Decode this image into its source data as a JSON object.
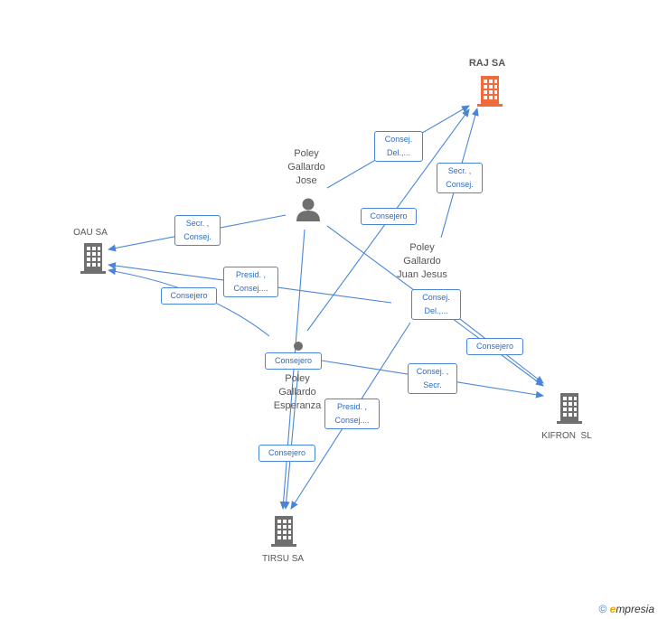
{
  "nodes": {
    "raj": {
      "name": "RAJ SA",
      "color": "#f06a3c"
    },
    "oau": {
      "name": "OAU SA",
      "color": "#6f6f6f"
    },
    "kifron": {
      "name": "KIFRON  SL",
      "color": "#6f6f6f"
    },
    "tirsu": {
      "name": "TIRSU SA",
      "color": "#6f6f6f"
    },
    "jose": {
      "name": "Poley\nGallardo\nJose"
    },
    "juan": {
      "name": "Poley\nGallardo\nJuan Jesus"
    },
    "esperanza": {
      "name": "Poley\nGallardo\nEsperanza"
    }
  },
  "relations": {
    "jose_raj": "Consej.\nDel.,...",
    "juan_raj": "Secr. ,\nConsej.",
    "jose_oau": "Secr. ,\nConsej.",
    "esp_raj": "Consejero",
    "juan_oau": "Presid. ,\nConsej....",
    "esp_oau": "Consejero",
    "juan_kifron": "Consej.\nDel.,...",
    "jose_kifron": "Consejero",
    "esp_tirsu_top": "Consejero",
    "esp_kifron": "Consej. ,\nSecr.",
    "juan_tirsu": "Presid. ,\nConsej....",
    "jose_tirsu": "Consejero"
  },
  "footer": {
    "copyright": "©",
    "brand_e": "e",
    "brand_rest": "mpresia"
  },
  "colors": {
    "edge": "#4a86d8",
    "person": "#6f6f6f"
  }
}
